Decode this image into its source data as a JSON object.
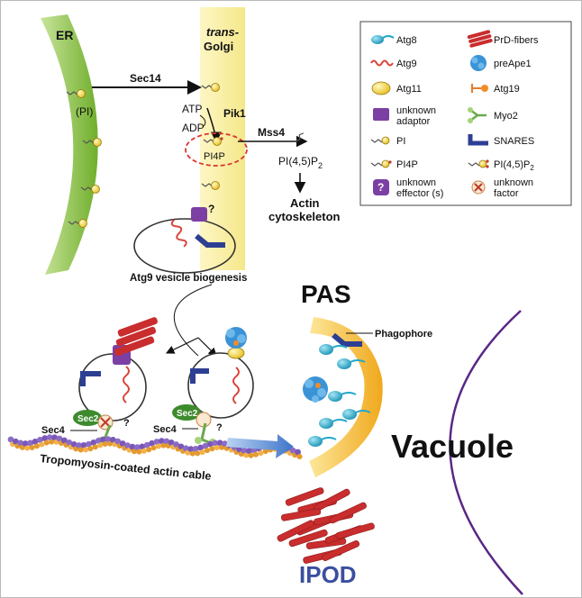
{
  "labels": {
    "er": "ER",
    "pi_er": "(PI)",
    "trans": "trans-",
    "golgi": "Golgi",
    "sec14": "Sec14",
    "atp": "ATP",
    "adp": "ADP",
    "pik1": "Pik1",
    "pi4p": "PI4P",
    "mss4": "Mss4",
    "pi45p2_main": "PI(4,5)P",
    "pi45p2_sub": "2",
    "actin_line1": "Actin",
    "actin_line2": "cytoskeleton",
    "question": "?",
    "biogenesis": "Atg9 vesicle biogenesis",
    "sec2": "Sec2",
    "sec4": "Sec4",
    "cable": "Tropomyosin-coated actin cable",
    "pas": "PAS",
    "phagophore": "Phagophore",
    "vacuole": "Vacuole",
    "ipod": "IPOD"
  },
  "legend": [
    {
      "label": "Atg8",
      "icon": "atg8-icon"
    },
    {
      "label": "PrD-fibers",
      "icon": "prd-fibers-icon"
    },
    {
      "label": "Atg9",
      "icon": "atg9-icon"
    },
    {
      "label": "preApe1",
      "icon": "preape1-icon"
    },
    {
      "label": "Atg11",
      "icon": "atg11-icon"
    },
    {
      "label": "Atg19",
      "icon": "atg19-icon"
    },
    {
      "label": "unknown adaptor",
      "icon": "unknown-adaptor-icon"
    },
    {
      "label": "Myo2",
      "icon": "myo2-icon"
    },
    {
      "label": "PI",
      "icon": "pi-icon"
    },
    {
      "label": "SNARES",
      "icon": "snares-icon"
    },
    {
      "label": "PI4P",
      "icon": "pi4p-icon"
    },
    {
      "label": "PI(4,5)P",
      "sub": "2",
      "icon": "pi45p2-icon"
    },
    {
      "label": "unknown effector (s)",
      "icon": "unknown-effector-icon"
    },
    {
      "label": "unknown factor",
      "icon": "unknown-factor-icon"
    }
  ],
  "colors": {
    "er": "#9ccc50",
    "golgi": "#fbf3b5",
    "lipid_head": "#f1d040",
    "atg9": "#d9453b",
    "adaptor": "#7c3fa3",
    "snare": "#2d3f92",
    "sec2": "#3e8b2e",
    "prd": "#c92d2d",
    "preape1": "#3a93d6",
    "atg8": "#21a8c8",
    "pas": "#f4b92e",
    "vacuole": "#5a2784",
    "ipod": "#3b4ea0",
    "arrow_blue": "#4a7fd0"
  }
}
